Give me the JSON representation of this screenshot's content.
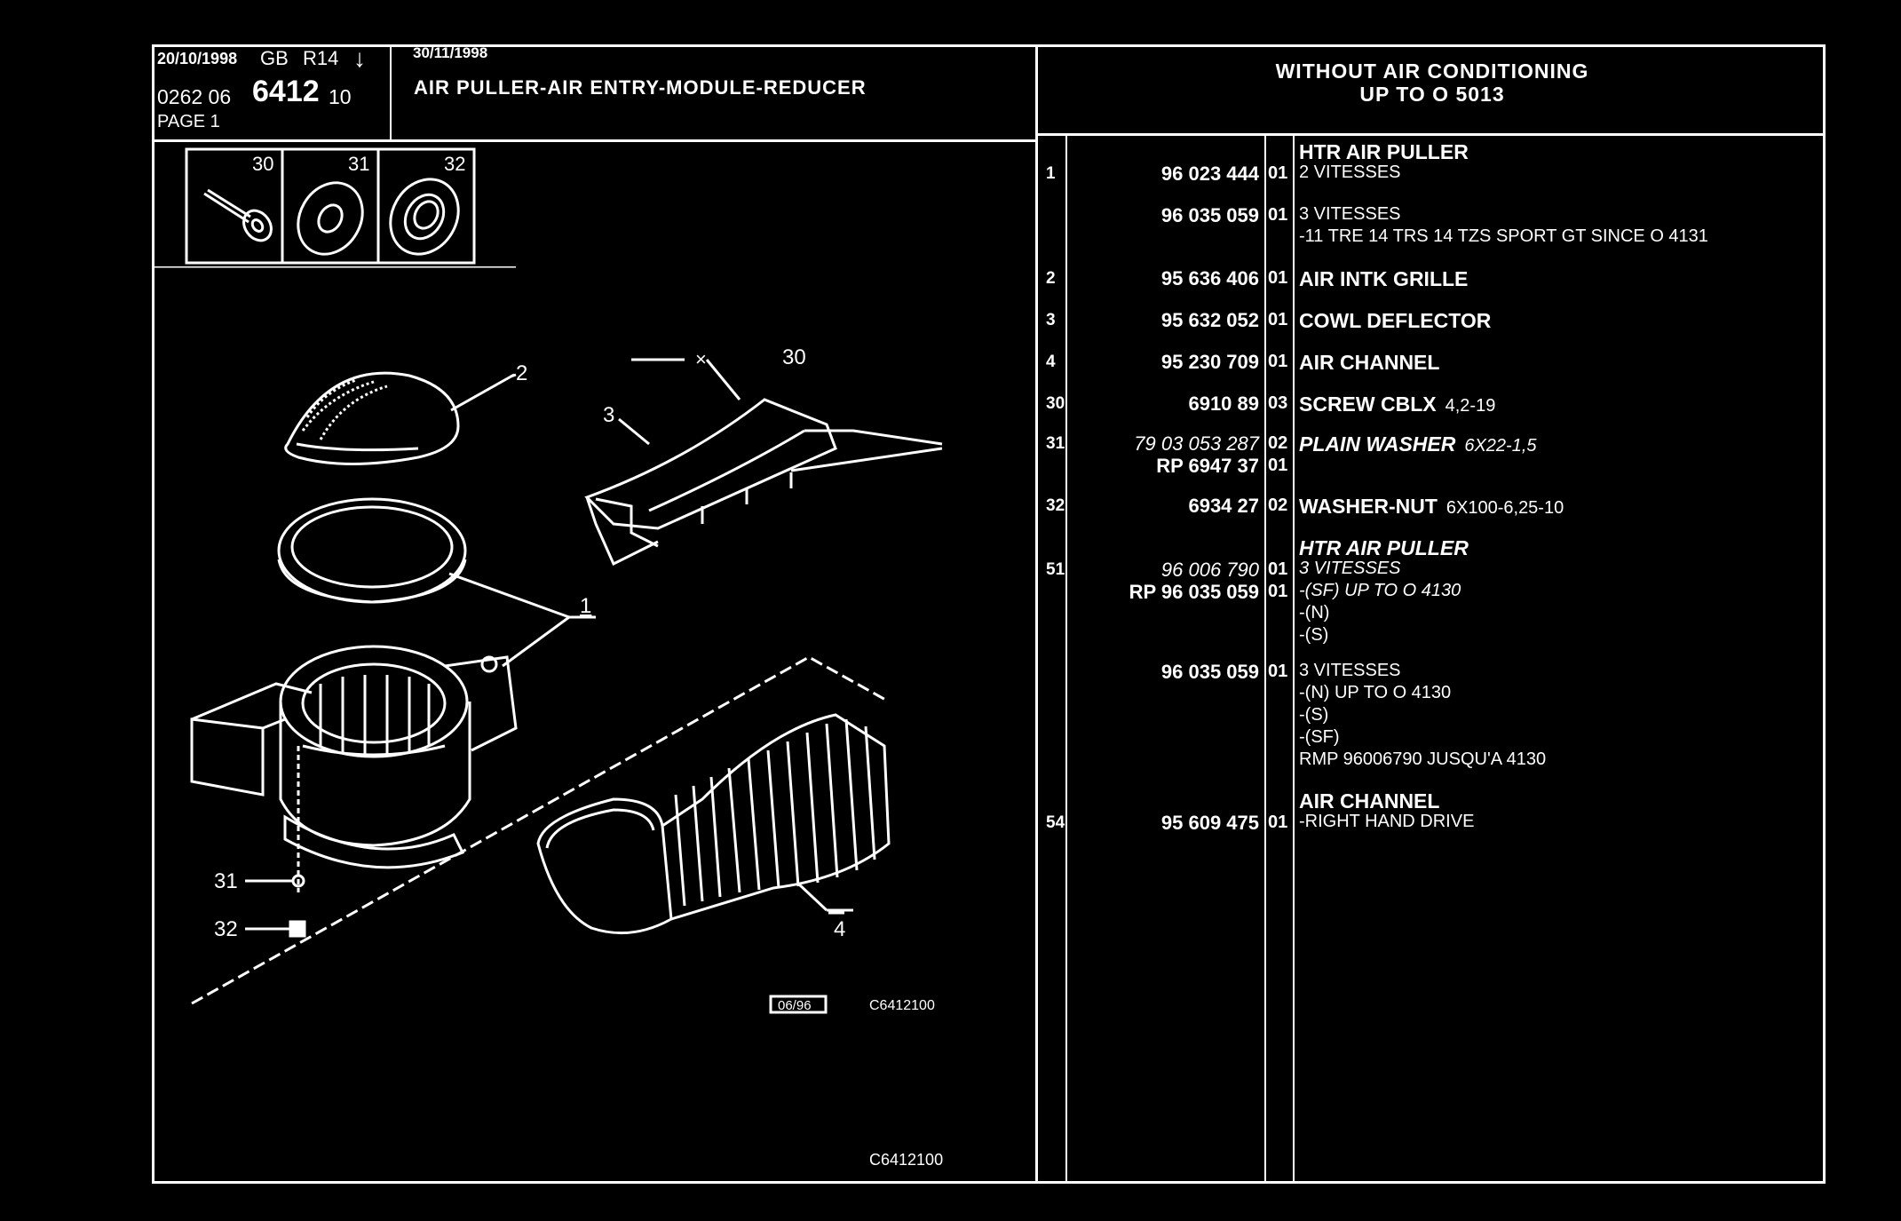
{
  "header": {
    "date": "20/10/1998",
    "lang": "GB",
    "rev": "R14",
    "rev_arrow": "↓",
    "ref_prefix": "0262  06",
    "ref_main": "6412",
    "ref_suffix": "10",
    "page": "PAGE  1",
    "title_date": "30/11/1998",
    "title": "AIR PULLER-AIR ENTRY-MODULE-REDUCER",
    "condition_line1": "WITHOUT AIR CONDITIONING",
    "condition_line2": "UP  TO  O  5013"
  },
  "inset": {
    "labels": [
      "30",
      "31",
      "32"
    ]
  },
  "diagram": {
    "callouts": [
      "2",
      "3",
      "30",
      "1",
      "31",
      "32",
      "4"
    ],
    "stamp_date": "06/96",
    "stamp_ref": "C6412100",
    "bottom_ref": "C6412100"
  },
  "parts": [
    {
      "item": "1",
      "pn": "96 023 444",
      "v": "01",
      "desc": "HTR AIR PULLER",
      "subs": [
        "2 VITESSES"
      ]
    },
    {
      "item": "",
      "pn": "96 035 059",
      "v": "01",
      "desc": "",
      "subs": [
        "3 VITESSES",
        "-11 TRE 14 TRS 14 TZS SPORT GT SINCE  O  4131"
      ]
    },
    {
      "item": "2",
      "pn": "95 636 406",
      "v": "01",
      "desc": "AIR INTK GRILLE",
      "subs": []
    },
    {
      "item": "3",
      "pn": "95 632 052",
      "v": "01",
      "desc": "COWL DEFLECTOR",
      "subs": []
    },
    {
      "item": "4",
      "pn": "95 230 709",
      "v": "01",
      "desc": "AIR CHANNEL",
      "subs": []
    },
    {
      "item": "30",
      "pn": "6910 89",
      "v": "03",
      "desc": "SCREW CBLX",
      "desc_extra": "4,2-19",
      "subs": []
    },
    {
      "item": "31",
      "pn": "79 03 053 287",
      "v": "02",
      "desc": "PLAIN WASHER",
      "desc_extra": "6X22-1,5",
      "italic": true,
      "pn2": "RP  6947 37",
      "v2": "01",
      "subs": []
    },
    {
      "item": "32",
      "pn": "6934 27",
      "v": "02",
      "desc": "WASHER-NUT",
      "desc_extra": "6X100-6,25-10",
      "subs": []
    },
    {
      "item": "51",
      "pn": "96 006 790",
      "v": "01",
      "desc": "HTR AIR PULLER",
      "italic": true,
      "pn2": "RP   96 035 059",
      "v2": "01",
      "subs": [
        "3 VITESSES",
        "-(SF) UP  TO  O  4130",
        "-(N)",
        "-(S)"
      ]
    },
    {
      "item": "",
      "pn": "96 035 059",
      "v": "01",
      "desc": "",
      "subs": [
        "3 VITESSES",
        "-(N) UP  TO  O  4130",
        "-(S)",
        "-(SF)",
        "RMP 96006790 JUSQU'A 4130"
      ]
    },
    {
      "item": "54",
      "pn": "95 609 475",
      "v": "01",
      "desc": "AIR CHANNEL",
      "subs": [
        "-RIGHT HAND DRIVE"
      ]
    }
  ]
}
